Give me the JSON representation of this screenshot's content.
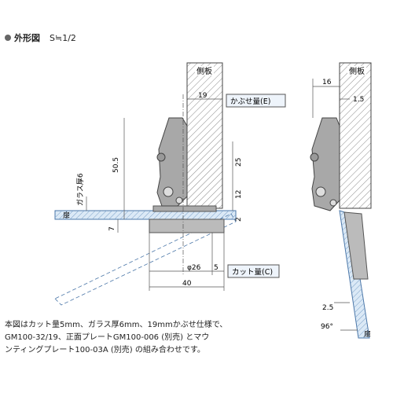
{
  "title": "外形図",
  "scale": "S≒1/2",
  "labels": {
    "side_panel_left": "側板",
    "side_panel_right": "側板",
    "overlay_box": "かぶせ量(E)",
    "cut_box": "カット量(C)",
    "glass_thickness": "ガラス厚6",
    "door_left": "扉",
    "door_right": "扉"
  },
  "dims": {
    "d19": "19",
    "d50_5": "50.5",
    "d25": "25",
    "d12": "12",
    "d2": "2",
    "d7": "7",
    "dphi26": "φ26",
    "d5": "5",
    "d40": "40",
    "d16": "16",
    "d1_5": "1.5",
    "d2_5": "2.5",
    "d96": "96°"
  },
  "note_lines": [
    "本図はカット量5mm、ガラス厚6mm、19mmかぶせ仕様で、",
    "GM100-32/19、正面プレートGM100-006 (別売) とマウ",
    "ンティングプレート100-03A (別売) の組み合わせです。"
  ]
}
